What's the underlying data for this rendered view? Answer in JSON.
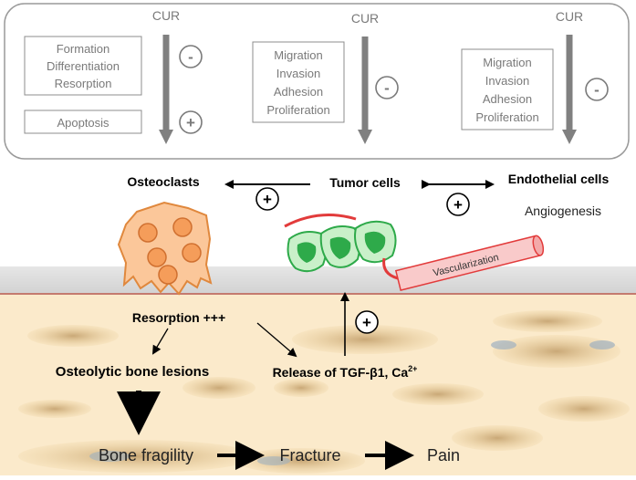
{
  "top_panel": {
    "col1": {
      "cur_label": "CUR",
      "box1_lines": [
        "Formation",
        "Differentiation",
        "Resorption"
      ],
      "box2_label": "Apoptosis",
      "sign1": "-",
      "sign2": "+"
    },
    "col2": {
      "cur_label": "CUR",
      "box_lines": [
        "Migration",
        "Invasion",
        "Adhesion",
        "Proliferation"
      ],
      "sign": "-"
    },
    "col3": {
      "cur_label": "CUR",
      "box_lines": [
        "Migration",
        "Invasion",
        "Adhesion",
        "Proliferation"
      ],
      "sign": "-"
    }
  },
  "middle": {
    "osteoclasts": "Osteoclasts",
    "tumor_cells": "Tumor cells",
    "endothelial_cells": "Endothelial cells",
    "angiogenesis": "Angiogenesis",
    "vascularization": "Vascularization",
    "sign_left": "+",
    "sign_right": "+"
  },
  "bottom": {
    "resorption": "Resorption +++",
    "osteolytic": "Osteolytic bone lesions",
    "release_prefix": "Release of TGF-",
    "release_beta": "β1, Ca",
    "release_sup": "2+",
    "sign_up": "+",
    "bone_fragility": "Bone fragility",
    "fracture": "Fracture",
    "pain": "Pain"
  },
  "colors": {
    "bone_fill": "#fbeacb",
    "osteoclast_fill": "#fbc79a",
    "osteoclast_nucleus": "#f59d5a",
    "tumor_green": "#2eaa4a",
    "vessel_red": "#e23b3b",
    "panel_stroke": "#9a9a9a",
    "arrow_gray": "#808080"
  }
}
